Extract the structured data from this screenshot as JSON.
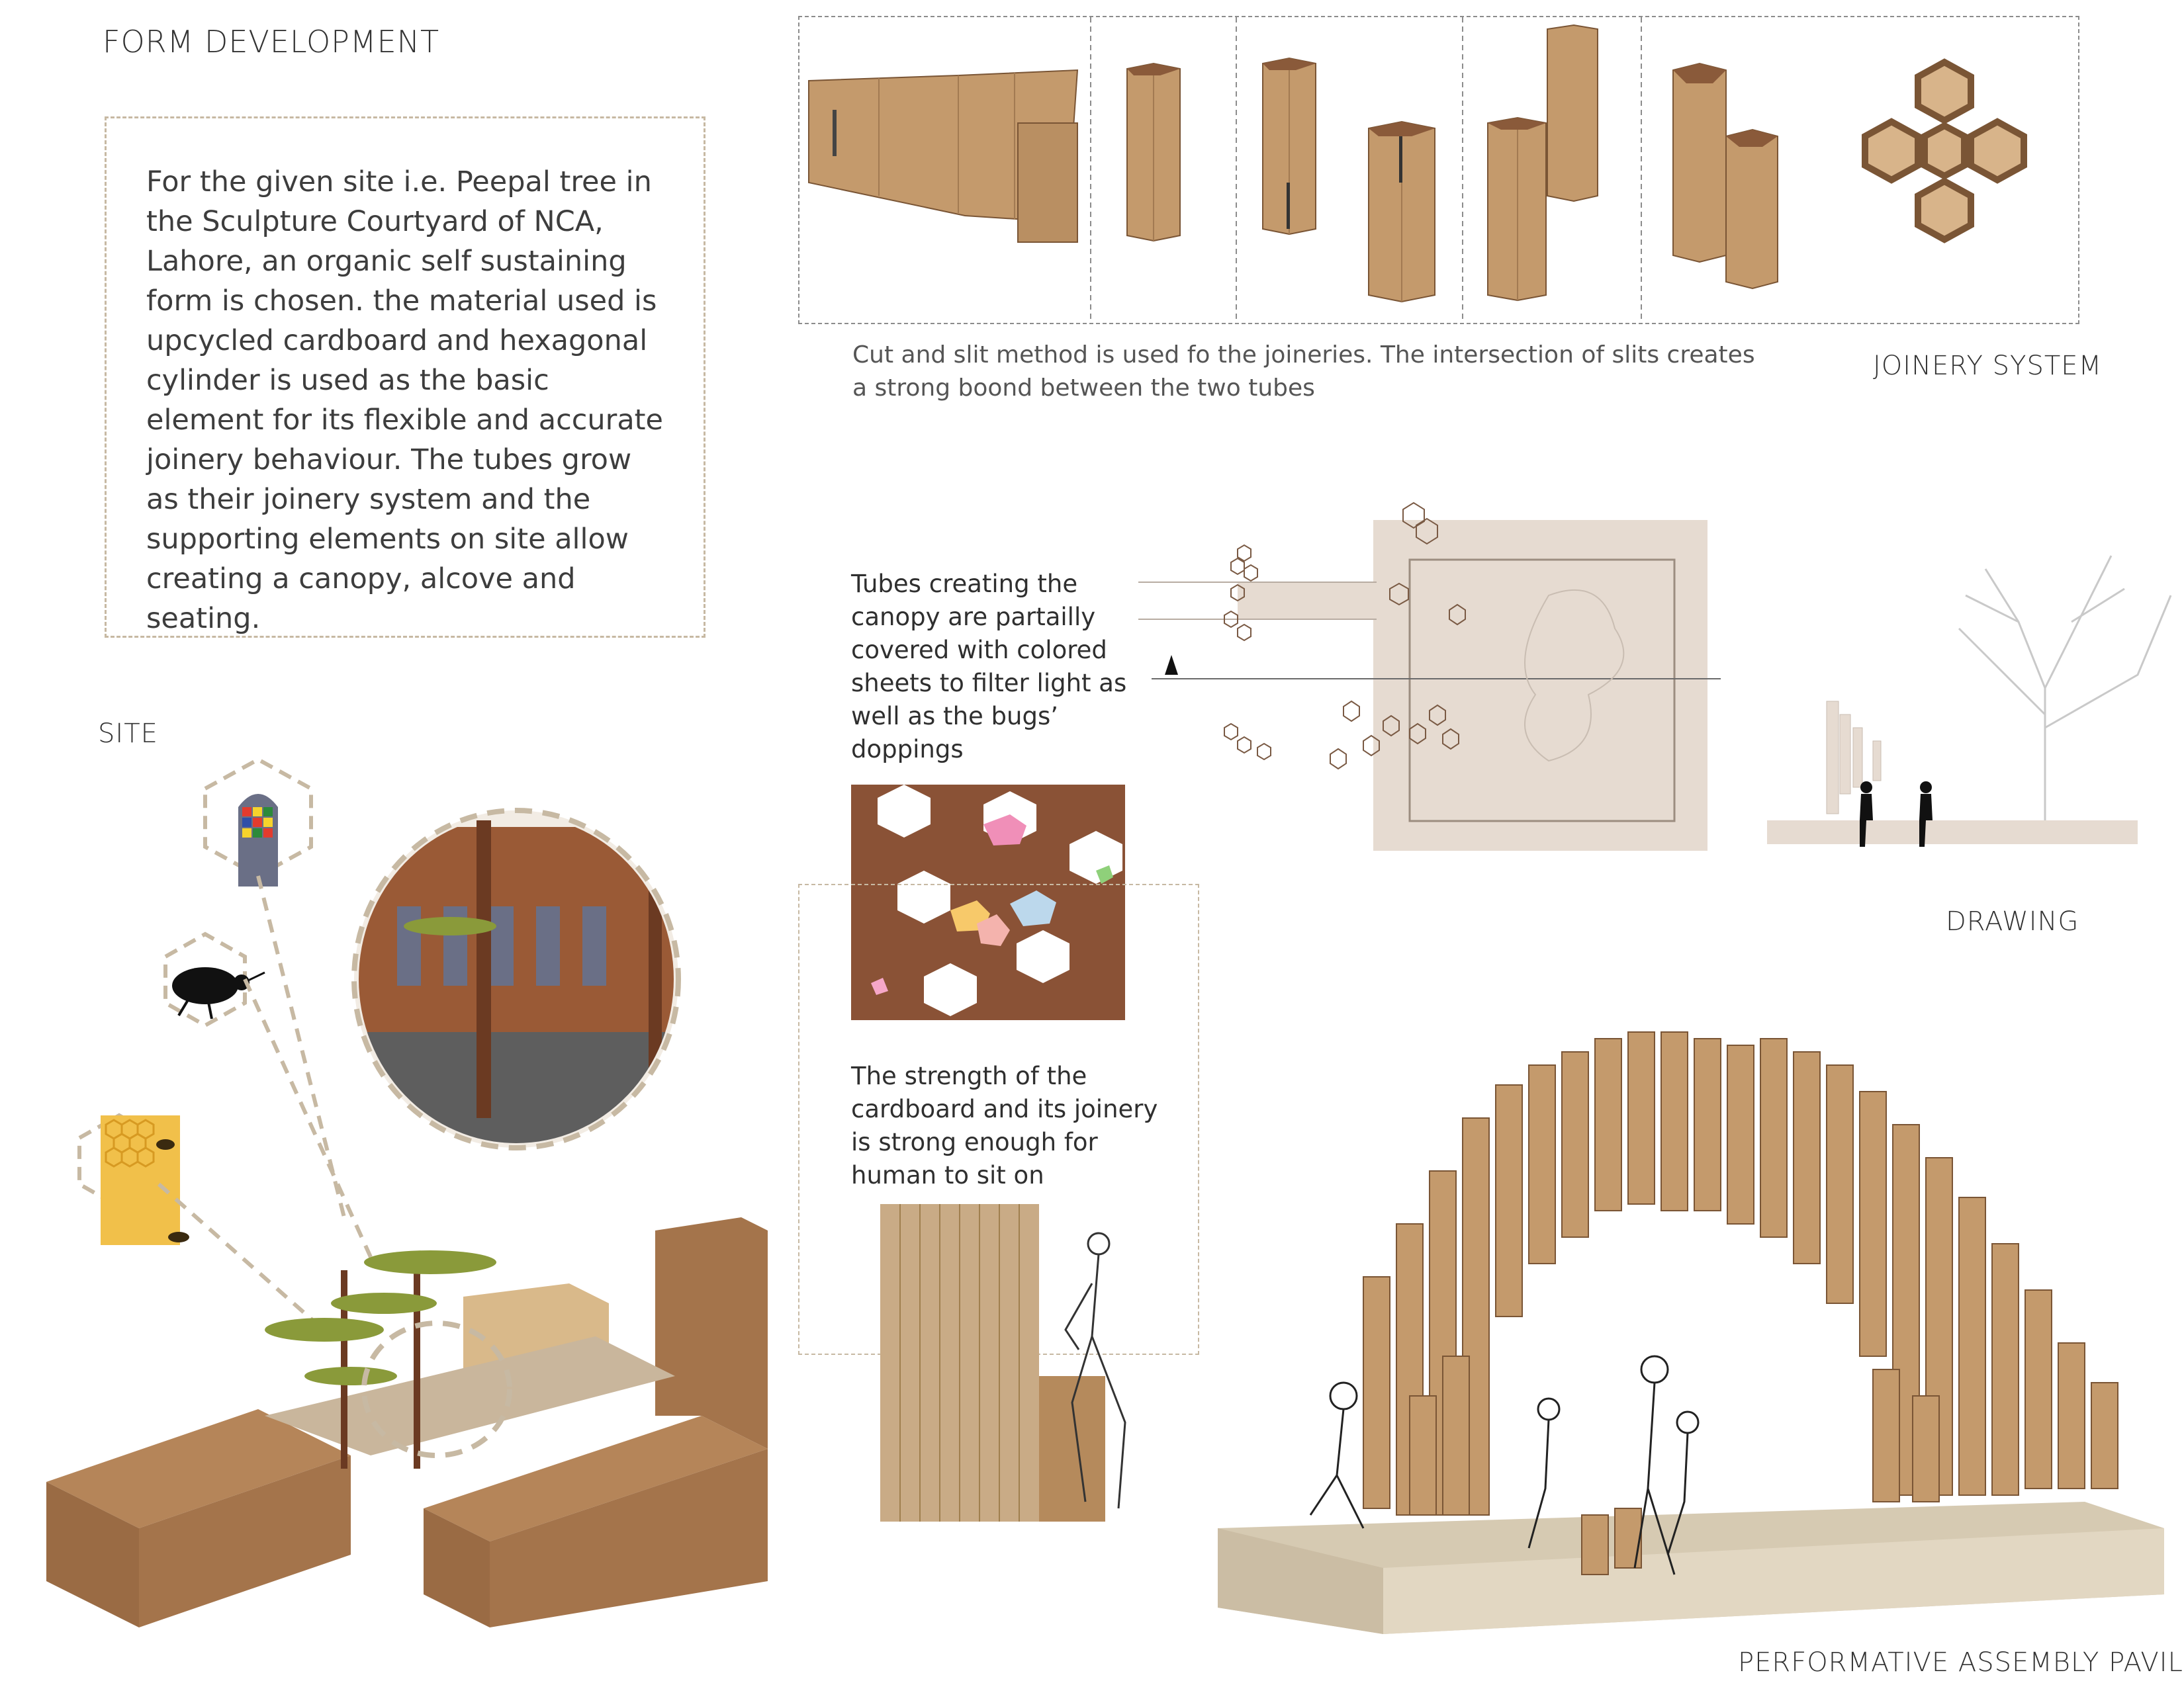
{
  "headings": {
    "form_development": "FORM DEVELOPMENT",
    "site": "SITE",
    "joinery_system": "JOINERY SYSTEM",
    "drawing": "DRAWING",
    "pavilion": "PERFORMATIVE ASSEMBLY PAVILION"
  },
  "intro_text": "For the given site i.e. Peepal tree in the Sculpture Courtyard of NCA, Lahore, an organic self sustaining form is chosen. the material used is upcycled cardboard and hexagonal cylinder is used as the basic element for its flexible and accurate joinery behaviour. The tubes grow as their joinery system and the supporting elements on site allow creating a canopy, alcove and seating.",
  "joinery_caption": "Cut and slit method is used fo the joineries. The intersection of slits creates a strong boond between the two tubes",
  "canopy_note": "Tubes creating the canopy are partailly covered with colored sheets to filter light as well as the bugs’ doppings",
  "strength_note": "The strength of the cardboard and its joinery is strong enough for human to sit on",
  "colors": {
    "cardboard": "#c49a6c",
    "cardboard_dark": "#8a5a3a",
    "plan_fill": "#e6dbd1",
    "dash_beige": "#c7b9a3"
  },
  "icons": [
    "stained-glass-window-icon",
    "beetle-icon",
    "honeycomb-bee-icon",
    "human-figure-icon"
  ]
}
